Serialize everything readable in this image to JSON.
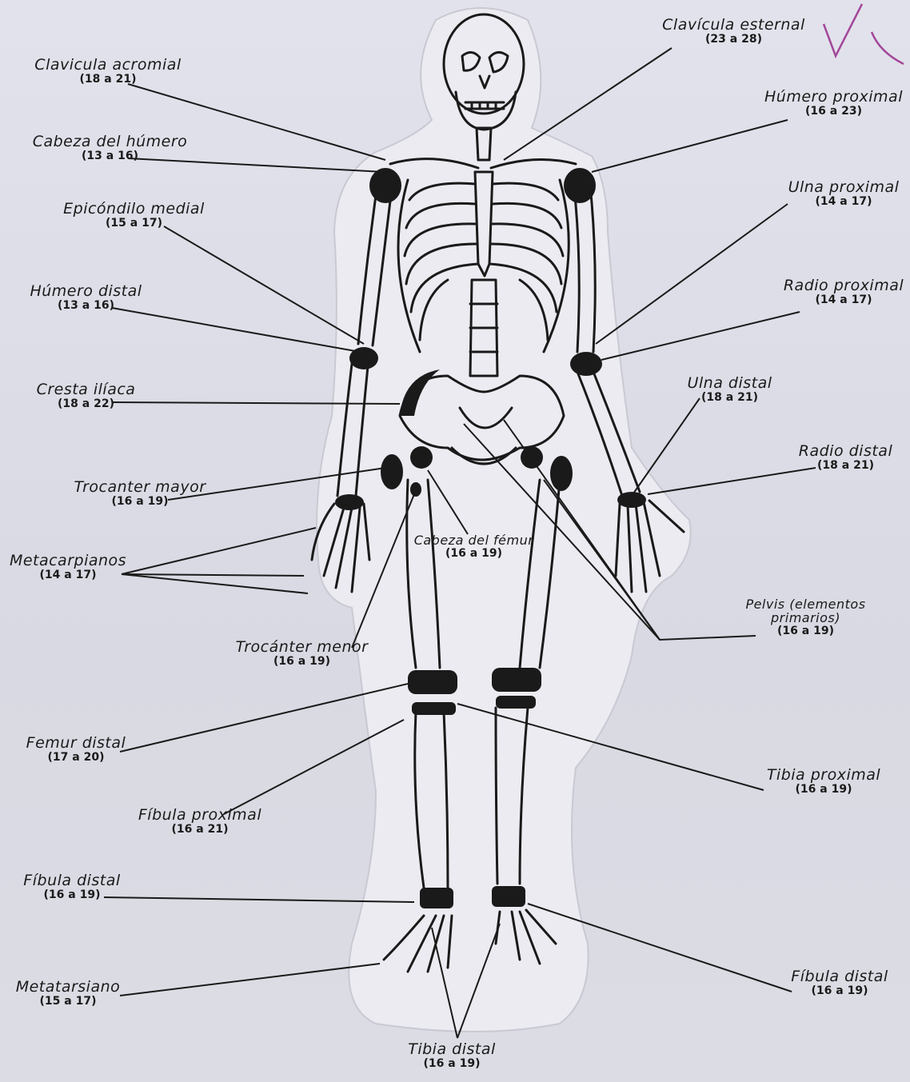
{
  "labels": [
    {
      "id": "clavicula-acromial",
      "name": "Clavicula acromial",
      "range": "(18 a 21)"
    },
    {
      "id": "cabeza-humero",
      "name": "Cabeza del húmero",
      "range": "(13 a 16)"
    },
    {
      "id": "epicondilo-medial",
      "name": "Epicóndilo medial",
      "range": "(15 a 17)"
    },
    {
      "id": "humero-distal",
      "name": "Húmero distal",
      "range": "(13 a 16)"
    },
    {
      "id": "cresta-iliaca",
      "name": "Cresta ilíaca",
      "range": "(18 a 22)"
    },
    {
      "id": "trocanter-mayor",
      "name": "Trocanter mayor",
      "range": "(16 a 19)"
    },
    {
      "id": "metacarpianos",
      "name": "Metacarpianos",
      "range": "(14 a 17)"
    },
    {
      "id": "trocanter-menor",
      "name": "Trocánter menor",
      "range": "(16 a 19)"
    },
    {
      "id": "femur-distal",
      "name": "Femur distal",
      "range": "(17 a 20)"
    },
    {
      "id": "fibula-proximal",
      "name": "Fíbula proximal",
      "range": "(16 a 21)"
    },
    {
      "id": "fibula-distal-left",
      "name": "Fíbula distal",
      "range": "(16 a 19)"
    },
    {
      "id": "metatarsiano",
      "name": "Metatarsiano",
      "range": "(15 a 17)"
    },
    {
      "id": "clavicula-esternal",
      "name": "Clavícula esternal",
      "range": "(23 a 28)"
    },
    {
      "id": "humero-proximal",
      "name": "Húmero proximal",
      "range": "(16 a 23)"
    },
    {
      "id": "ulna-proximal",
      "name": "Ulna proximal",
      "range": "(14 a 17)"
    },
    {
      "id": "radio-proximal",
      "name": "Radio proximal",
      "range": "(14 a 17)"
    },
    {
      "id": "ulna-distal",
      "name": "Ulna distal",
      "range": "(18 a 21)"
    },
    {
      "id": "radio-distal",
      "name": "Radio distal",
      "range": "(18 a 21)"
    },
    {
      "id": "cabeza-femur",
      "name": "Cabeza del fémur",
      "range": "(16 a 19)"
    },
    {
      "id": "pelvis",
      "name": "Pelvis (elementos primarios)",
      "range": "(16 a 19)"
    },
    {
      "id": "tibia-proximal",
      "name": "Tibia proximal",
      "range": "(16 a 19)"
    },
    {
      "id": "fibula-distal-right",
      "name": "Fíbula distal",
      "range": "(16 a 19)"
    },
    {
      "id": "tibia-distal",
      "name": "Tibia distal",
      "range": "(16 a 19)"
    }
  ],
  "colors": {
    "ink": "#1a1a1a",
    "paper": "#dcdce6",
    "cutout": "#ececf2",
    "marks": "#a3489a"
  }
}
